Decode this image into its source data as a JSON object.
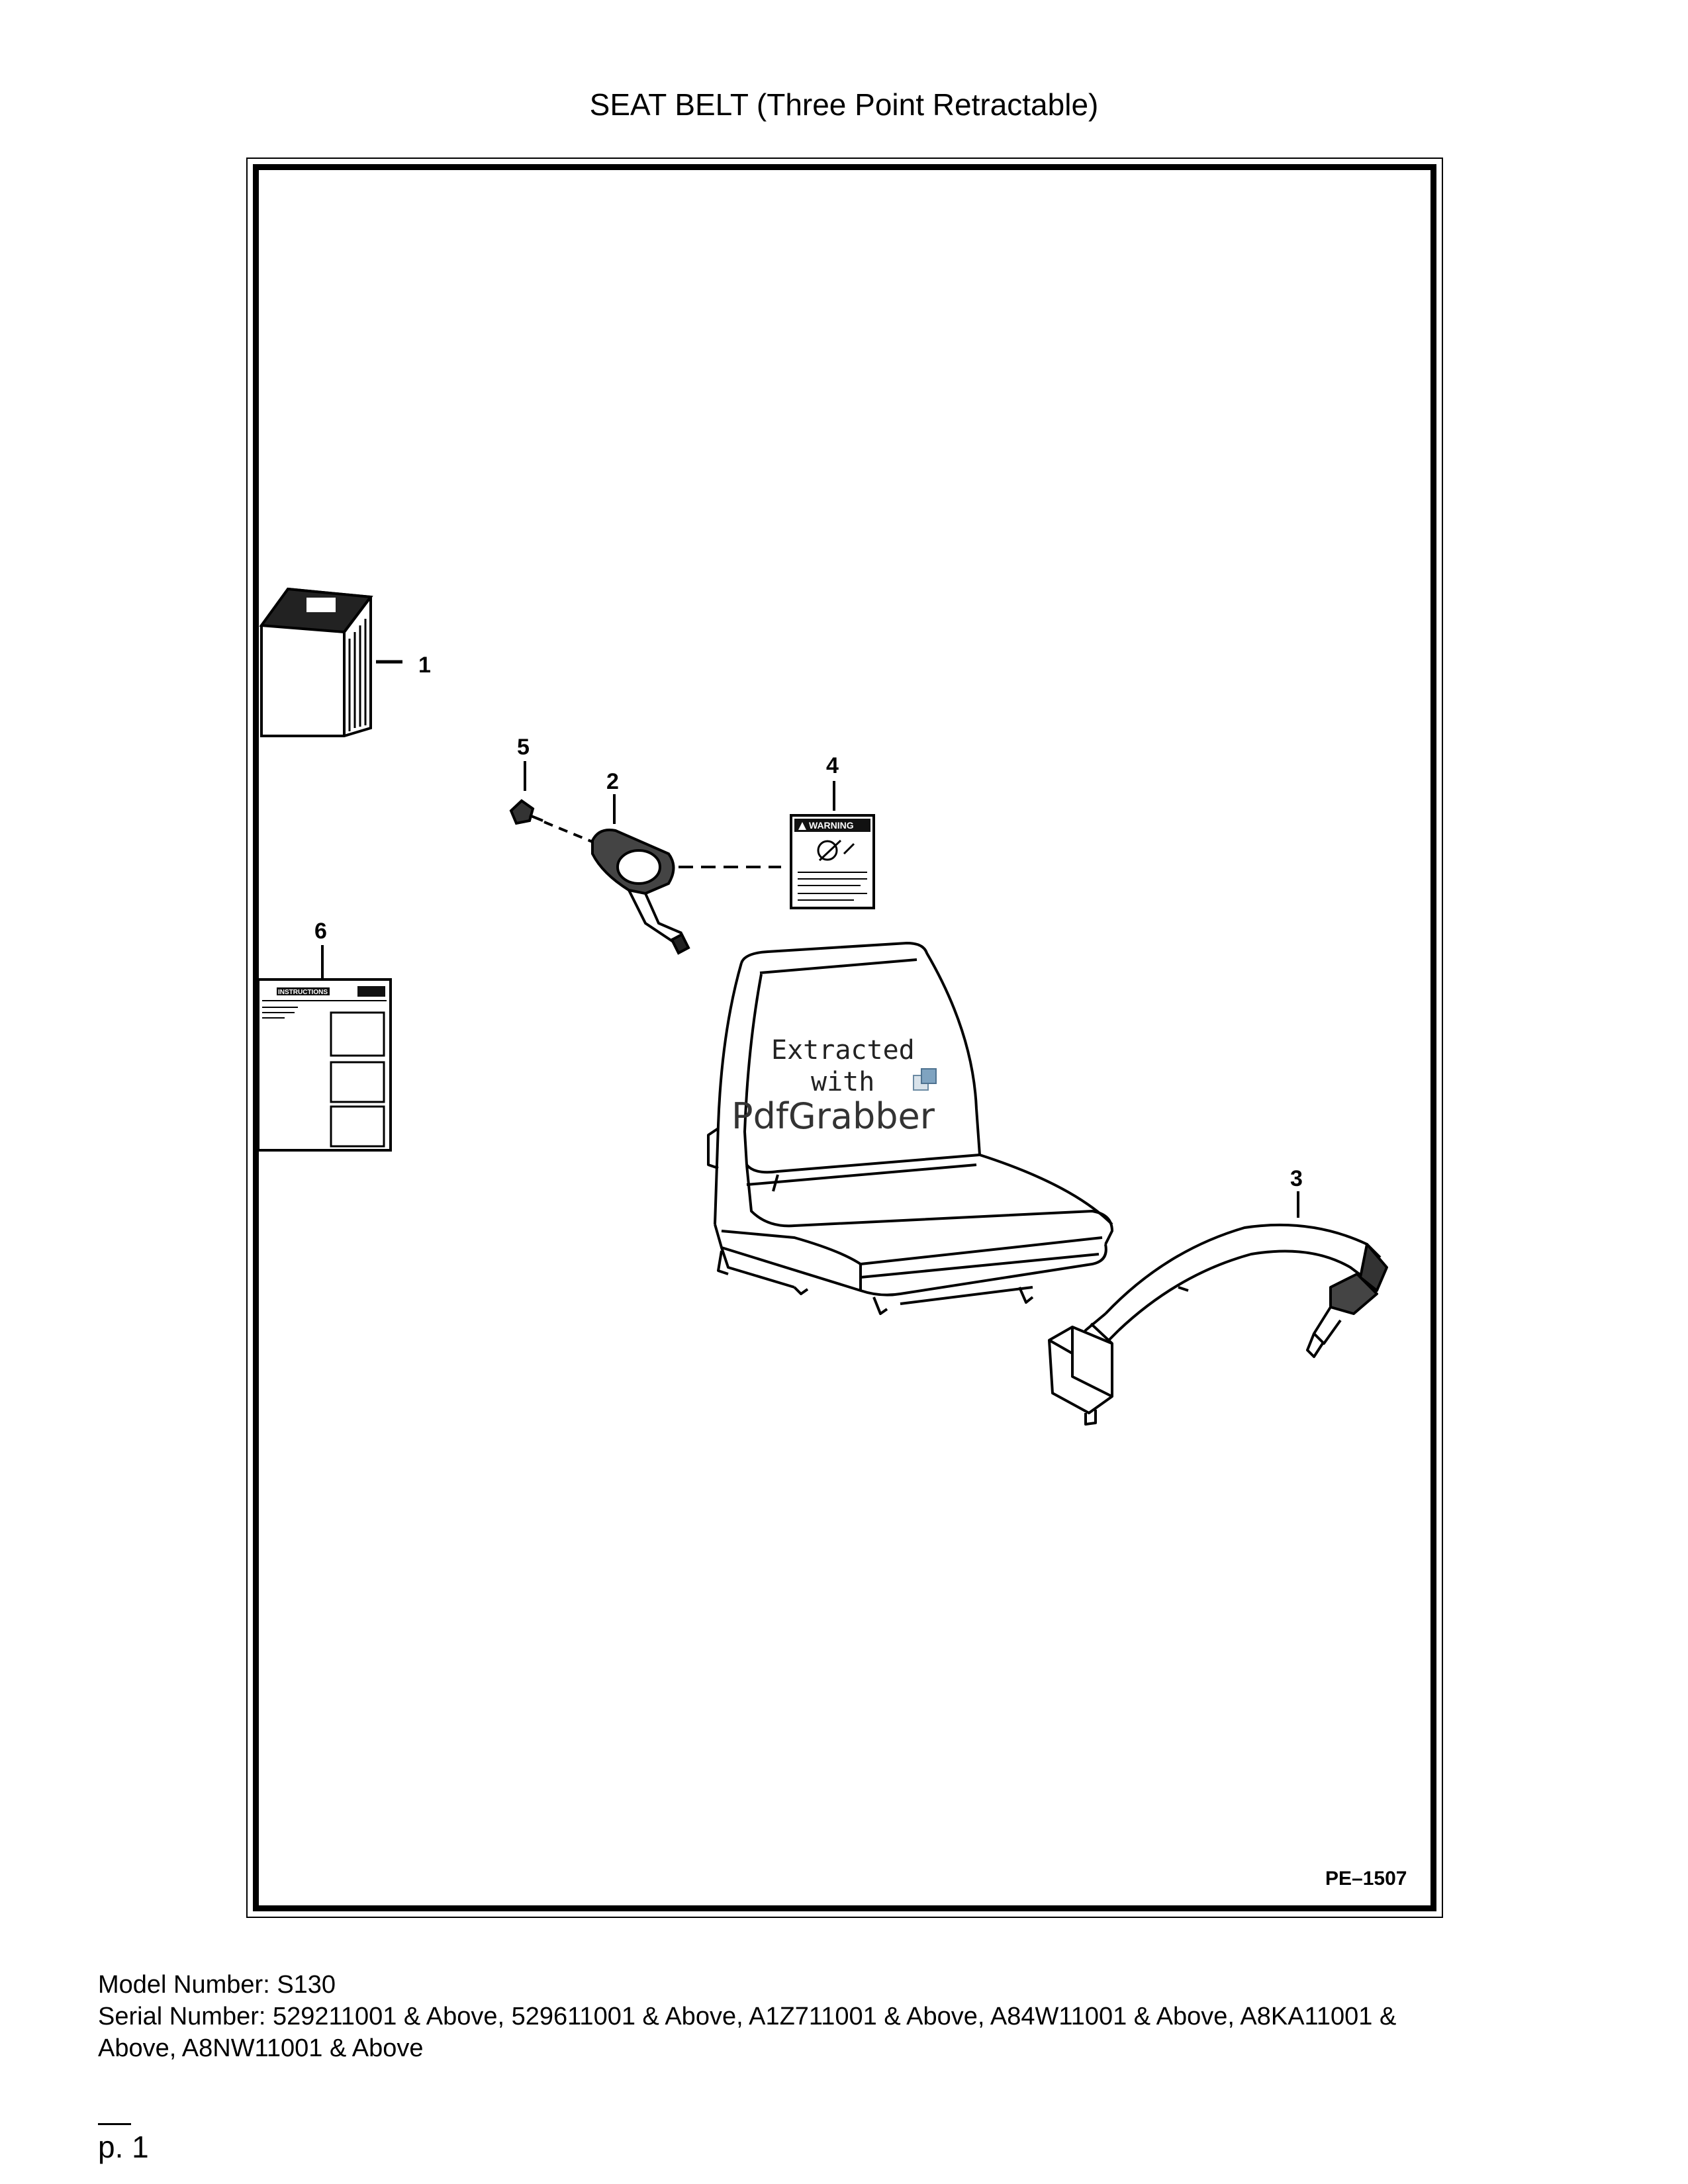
{
  "page": {
    "title": "SEAT BELT (Three Point Retractable)"
  },
  "figure": {
    "code": "PE–1507",
    "callouts": [
      "1",
      "2",
      "3",
      "4",
      "5",
      "6"
    ],
    "warning_label_heading": "WARNING",
    "instruction_sheet_heading": "INSTRUCTIONS"
  },
  "watermark": {
    "line1": "Extracted",
    "line2": "with",
    "brand": "PdfGrabber"
  },
  "footer": {
    "model_line": "Model Number: S130",
    "serial_line_1": "Serial Number: 529211001 & Above, 529611001 & Above, A1Z711001 & Above, A84W11001 & Above, A8KA11001 &",
    "serial_line_2": "Above, A8NW11001 & Above",
    "page_label": "p. 1"
  }
}
